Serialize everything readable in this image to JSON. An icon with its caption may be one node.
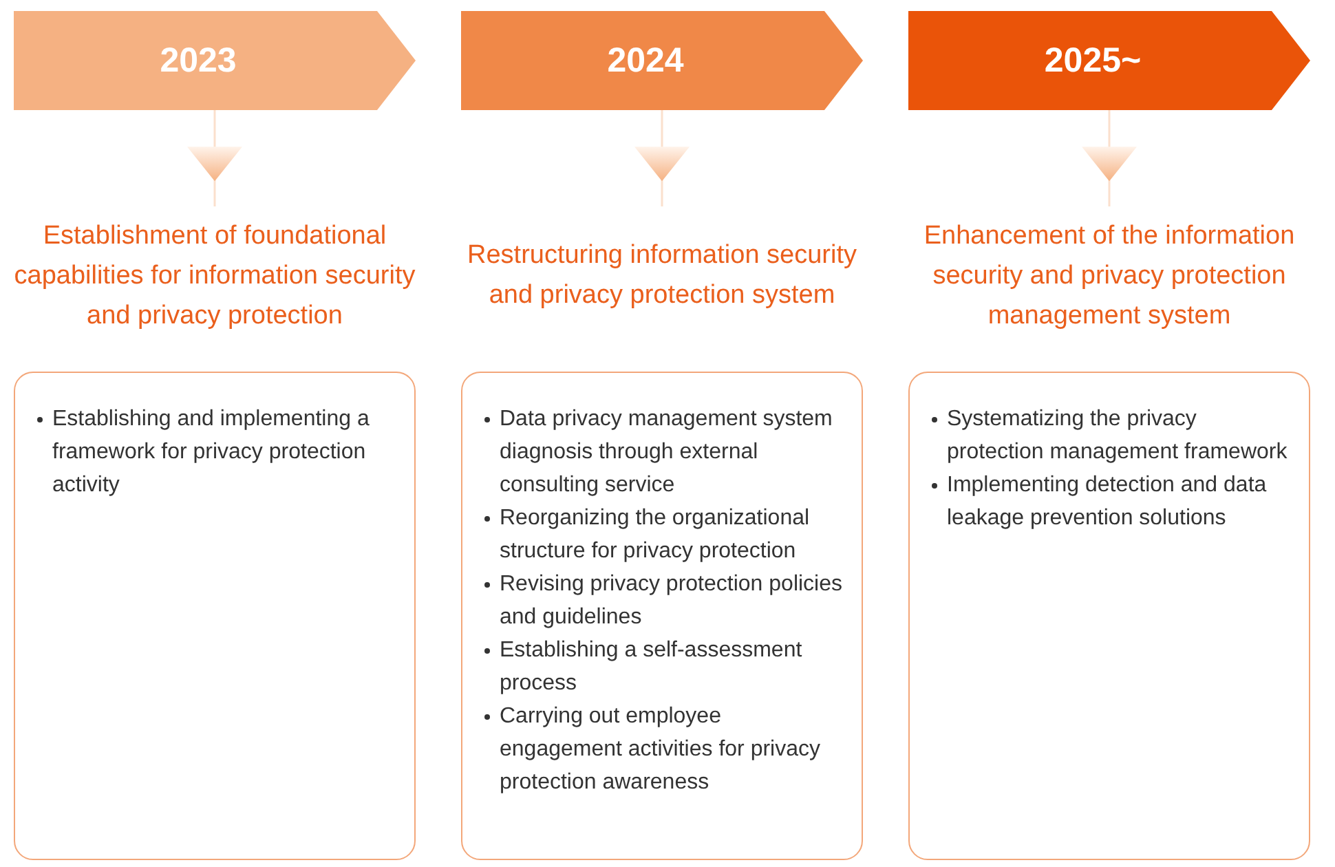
{
  "diagram": {
    "nodes": [
      {
        "text": [
          "2023"
        ]
      },
      {
        "text": [
          "2024"
        ]
      },
      {
        "text": [
          "2025~"
        ]
      },
      {
        "text": [
          "Establishment of foundational capabilities for information security and privacy protection",
          "Establishing and implementing a framework for privacy protection activity"
        ]
      },
      {
        "text": [
          "Restructuring information security and privacy protection system",
          "Data privacy management system diagnosis through external consulting service",
          "Reorganizing the organizational structure for privacy protection",
          "Revising privacy protection policies and guidelines",
          "Establishing a self-assessment process",
          "Carrying out employee engagement activities for privacy protection awareness"
        ]
      },
      {
        "text": [
          "Enhancement of the information security and privacy protection management system",
          "Systematizing the privacy protection management framework",
          "Implementing detection and data leakage prevention solutions"
        ]
      }
    ],
    "edges": [
      {
        "from": 0,
        "to": 3,
        "arrow": "to"
      },
      {
        "from": 1,
        "to": 4,
        "arrow": "to"
      },
      {
        "from": 2,
        "to": 5,
        "arrow": "to"
      }
    ]
  }
}
